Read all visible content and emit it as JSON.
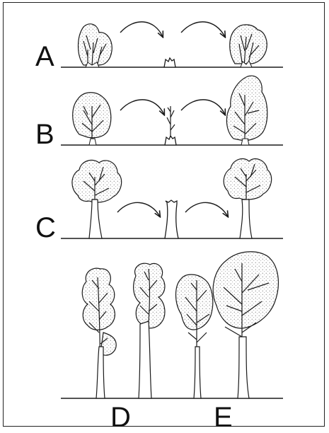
{
  "labels": {
    "a": "A",
    "b": "B",
    "c": "C",
    "d": "D",
    "e": "E"
  },
  "colors": {
    "ink": "#1a1a1a",
    "stipple": "#555555",
    "paper": "#ffffff"
  },
  "icons": [
    "tree-icon",
    "stump-icon",
    "arrow-icon"
  ]
}
